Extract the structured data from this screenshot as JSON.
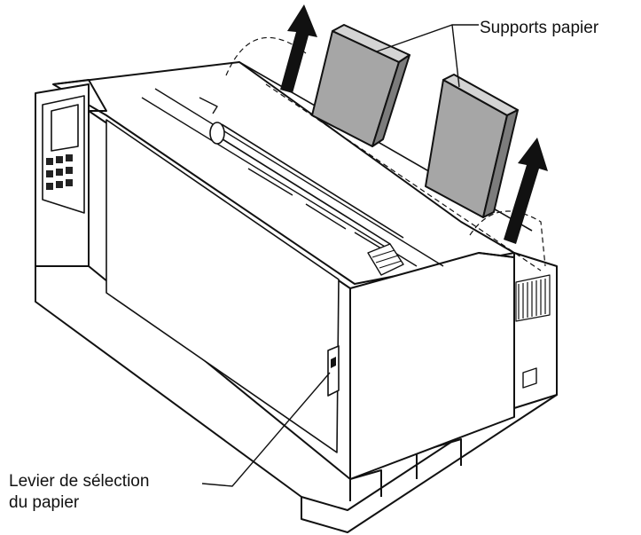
{
  "labels": {
    "paper_supports": "Supports papier",
    "lever_line1": "Levier de sélection",
    "lever_line2": "du papier"
  },
  "colors": {
    "ink": "#111111",
    "support_fill": "#a6a6a6",
    "support_side": "#7c7c7c",
    "background": "#ffffff"
  },
  "icons": {
    "arrows": "up-arrow-icon"
  }
}
